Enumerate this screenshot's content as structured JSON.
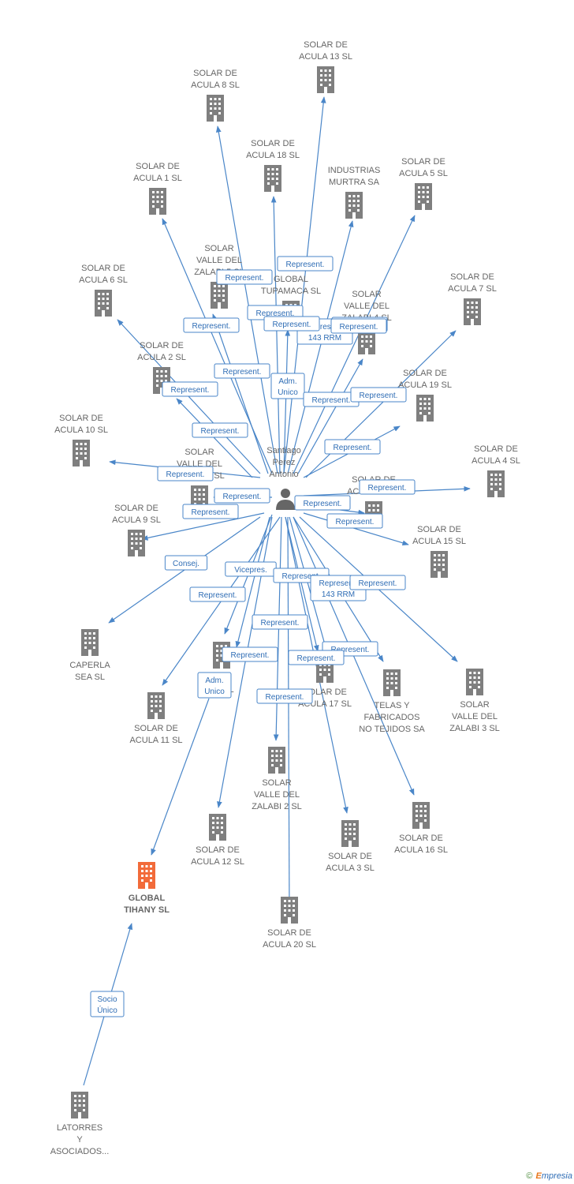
{
  "colors": {
    "edge": "#4a86c8",
    "node": "#7f7f7f",
    "focus": "#f26b3a",
    "label": "#666666"
  },
  "center": {
    "label": [
      "Santiago",
      "Perez",
      "Antonio"
    ]
  },
  "nodes": [
    {
      "id": "n13",
      "label": [
        "SOLAR DE",
        "ACULA 13 SL"
      ]
    },
    {
      "id": "n8",
      "label": [
        "SOLAR DE",
        "ACULA 8 SL"
      ]
    },
    {
      "id": "n18",
      "label": [
        "SOLAR DE",
        "ACULA 18 SL"
      ]
    },
    {
      "id": "nmurtra",
      "label": [
        "INDUSTRIAS",
        "MURTRA SA"
      ]
    },
    {
      "id": "n5",
      "label": [
        "SOLAR DE",
        "ACULA 5 SL"
      ]
    },
    {
      "id": "n1",
      "label": [
        "SOLAR DE",
        "ACULA 1 SL"
      ]
    },
    {
      "id": "nz5",
      "label": [
        "SOLAR",
        "VALLE DEL",
        "ZALABI 5 SL"
      ]
    },
    {
      "id": "ngt",
      "label": [
        "GLOBAL",
        "TUPAMACA SL"
      ]
    },
    {
      "id": "n6",
      "label": [
        "SOLAR DE",
        "ACULA 6 SL"
      ]
    },
    {
      "id": "nz4",
      "label": [
        "SOLAR",
        "VALLE DEL",
        "ZALABI 4 SL"
      ]
    },
    {
      "id": "n7",
      "label": [
        "SOLAR DE",
        "ACULA 7 SL"
      ]
    },
    {
      "id": "n2",
      "label": [
        "SOLAR DE",
        "ACULA 2 SL"
      ]
    },
    {
      "id": "n19",
      "label": [
        "SOLAR DE",
        "ACULA 19 SL"
      ]
    },
    {
      "id": "n10",
      "label": [
        "SOLAR DE",
        "ACULA 10 SL"
      ]
    },
    {
      "id": "nz1",
      "label": [
        "SOLAR",
        "VALLE DEL",
        "ZALABI 1 SL"
      ]
    },
    {
      "id": "n4",
      "label": [
        "SOLAR DE",
        "ACULA 4 SL"
      ]
    },
    {
      "id": "n14",
      "label": [
        "SOLAR DE",
        "ACULA 14 SL"
      ]
    },
    {
      "id": "n9",
      "label": [
        "SOLAR DE",
        "ACULA 9 SL"
      ]
    },
    {
      "id": "n15",
      "label": [
        "SOLAR DE",
        "ACULA 15 SL"
      ]
    },
    {
      "id": "ncap",
      "label": [
        "CAPERLA",
        "SEA SL"
      ]
    },
    {
      "id": "nkk",
      "label": [
        "KK",
        "KK SL"
      ]
    },
    {
      "id": "n17",
      "label": [
        "SOLAR DE",
        "ACULA 17 SL"
      ]
    },
    {
      "id": "ntelas",
      "label": [
        "TELAS Y",
        "FABRICADOS",
        "NO TEJIDOS SA"
      ]
    },
    {
      "id": "nz3",
      "label": [
        "SOLAR",
        "VALLE DEL",
        "ZALABI 3 SL"
      ]
    },
    {
      "id": "n11",
      "label": [
        "SOLAR DE",
        "ACULA 11 SL"
      ]
    },
    {
      "id": "nz2",
      "label": [
        "SOLAR",
        "VALLE DEL",
        "ZALABI 2 SL"
      ]
    },
    {
      "id": "n16",
      "label": [
        "SOLAR DE",
        "ACULA 16 SL"
      ]
    },
    {
      "id": "n12",
      "label": [
        "SOLAR DE",
        "ACULA 12 SL"
      ]
    },
    {
      "id": "n3",
      "label": [
        "SOLAR DE",
        "ACULA 3 SL"
      ]
    },
    {
      "id": "nglobal",
      "label": [
        "GLOBAL",
        "TIHANY SL"
      ],
      "focus": true
    },
    {
      "id": "n20",
      "label": [
        "SOLAR DE",
        "ACULA 20 SL"
      ]
    },
    {
      "id": "nlatorres",
      "label": [
        "LATORRES",
        "Y",
        "ASOCIADOS..."
      ]
    }
  ],
  "edge_labels": [
    [
      "Represent."
    ],
    [
      "Represent."
    ],
    [
      "Represent."
    ],
    [
      "Represent."
    ],
    [
      "Represent."
    ],
    [
      "Represent.",
      "143 RRM"
    ],
    [
      "Represent."
    ],
    [
      "Represent."
    ],
    [
      "Adm.",
      "Unico"
    ],
    [
      "Represent."
    ],
    [
      "Represent."
    ],
    [
      "Represent."
    ],
    [
      "Represent."
    ],
    [
      "Represent."
    ],
    [
      "Represent."
    ],
    [
      "Represent."
    ],
    [
      "Represent."
    ],
    [
      "Represent."
    ],
    [
      "Represent."
    ],
    [
      "Consej."
    ],
    [
      "Vicepres."
    ],
    [
      "Represent."
    ],
    [
      "Represent."
    ],
    [
      "Represent.",
      "143 RRM"
    ],
    [
      "Represent."
    ],
    [
      "Represent."
    ],
    [
      "Represent."
    ],
    [
      "Represent."
    ],
    [
      "Represent."
    ],
    [
      "Adm.",
      "Unico"
    ],
    [
      "Represent."
    ],
    [
      "Socio",
      "Único"
    ],
    [
      "Represent."
    ],
    [
      "Represent."
    ]
  ],
  "footer": {
    "copyright": "©",
    "brand_first": "E",
    "brand_rest": "mpresia"
  }
}
